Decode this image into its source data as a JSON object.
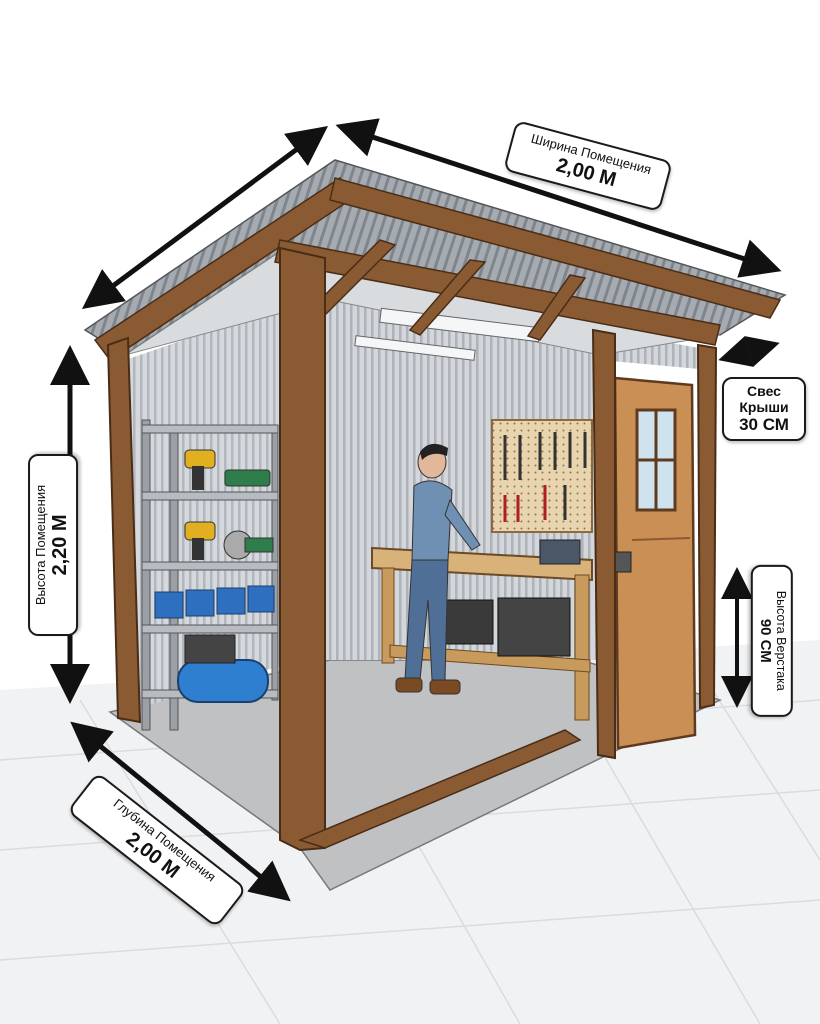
{
  "labels": {
    "width": {
      "caption": "Ширина Помещения",
      "value": "2,00 М"
    },
    "overhang": {
      "caption": "Свес Крыши",
      "value": "30 СМ"
    },
    "height": {
      "caption": "Высота Помещения",
      "value": "2,20 М"
    },
    "bench_height": {
      "caption": "Высота Верстака",
      "value": "90 СМ"
    },
    "depth": {
      "caption": "Глубина Помещения",
      "value": "2,00 М"
    }
  },
  "colors": {
    "wood": "#8a5a33",
    "wood_dark": "#5e3a1e",
    "metal_wall": "#c9ccd1",
    "roof": "#9aa0a6",
    "floor_tiles": "#eceef0",
    "arrow": "#111111"
  }
}
